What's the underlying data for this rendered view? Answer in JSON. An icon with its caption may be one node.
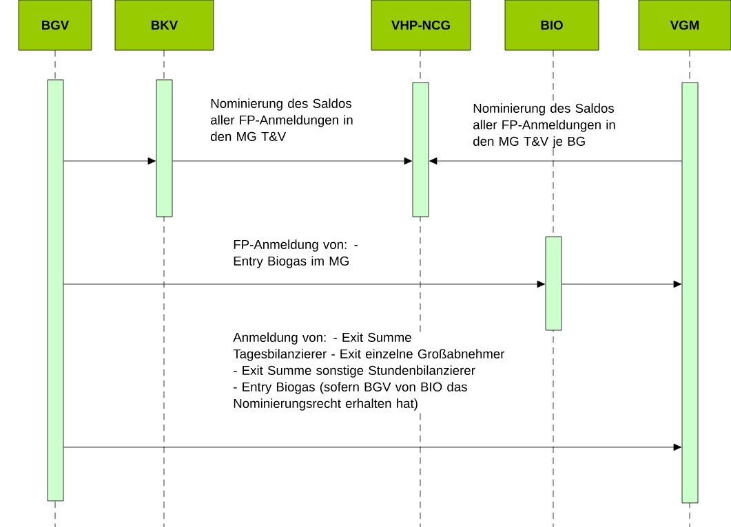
{
  "diagram": {
    "nodes": [
      {
        "text": [
          "BGV"
        ]
      },
      {
        "text": [
          "BKV"
        ]
      },
      {
        "text": [
          "VHP-NCG"
        ]
      },
      {
        "text": [
          "BIO"
        ]
      },
      {
        "text": [
          "VGM"
        ]
      },
      {
        "text": [],
        "shape": "bar"
      },
      {
        "text": [],
        "shape": "bar"
      },
      {
        "text": [],
        "shape": "bar"
      },
      {
        "text": [],
        "shape": "bar"
      },
      {
        "text": [],
        "shape": "bar"
      }
    ],
    "edges": [
      {
        "from": 5,
        "to": 6,
        "arrow": "to"
      },
      {
        "from": 6,
        "to": 7,
        "arrow": "to",
        "label": "Nominierung des Saldos aller FP-Anmeldungen in den MG T&V"
      },
      {
        "from": 9,
        "to": 7,
        "arrow": "to",
        "label": "Nominierung des Saldos aller FP-Anmeldungen in den MG T&V je BG"
      },
      {
        "from": 5,
        "to": 8,
        "arrow": "to",
        "label": "FP-Anmeldung von: - Entry Biogas im MG"
      },
      {
        "from": 8,
        "to": 9,
        "arrow": "to"
      },
      {
        "from": 5,
        "to": 9,
        "arrow": "to",
        "label": "Anmeldung von: - Exit Summe Tagesbilanzierer - Exit einzelne Großabnehmer - Exit Summe sonstige Stundenbilanzierer - Entry Biogas (sofern BGV von BIO das Nominierungsrecht erhalten hat)"
      }
    ]
  }
}
